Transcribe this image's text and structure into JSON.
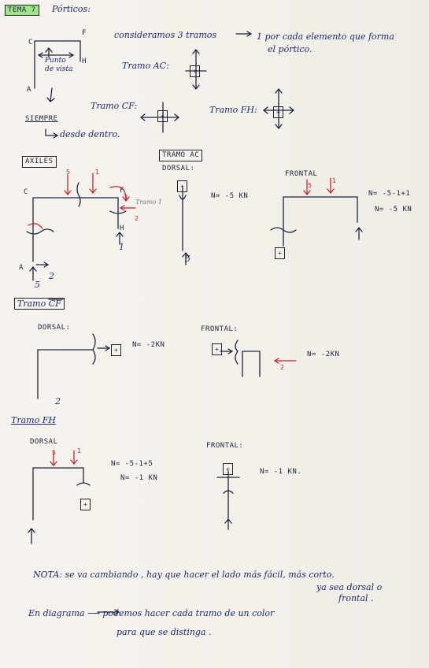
{
  "header": {
    "tema": "TEMA 7",
    "title": "Pórticos:"
  },
  "frame_labels": {
    "c": "C",
    "f": "F",
    "h": "H",
    "a": "A",
    "pv1": "Punto",
    "pv2": "de vista"
  },
  "siempre": {
    "label": "SIEMPRE",
    "note": "desde dentro."
  },
  "intro": {
    "line1": "consideramos 3 tramos",
    "line2": "1 por cada elemento que forma",
    "line3": "el pórtico."
  },
  "tramos": {
    "ac": "Tramo AC:",
    "cf": "Tramo CF:",
    "fh": "Tramo FH:"
  },
  "axiles": {
    "label": "AXILES",
    "tramo_ac": "TRAMO AC",
    "dorsal": "DORSAL:",
    "frontal": "FRONTAL",
    "n_dorsal": "N= -5 KN",
    "n_frontal1": "N= -5-1+1",
    "n_frontal2": "N= -5 KN",
    "tramo1": "Tramo 1"
  },
  "loads": {
    "five": "5",
    "one": "1",
    "three": "3",
    "two": "2",
    "c": "C",
    "f": "F",
    "h": "H",
    "a": "A"
  },
  "tramo_cf": {
    "label": "Tramo CF",
    "dorsal": "DORSAL:",
    "frontal": "FRONTAL:",
    "n1": "N= -2KN",
    "n2": "N= -2KN",
    "two": "2"
  },
  "tramo_fh": {
    "label": "Tramo FH",
    "dorsal": "DORSAL",
    "frontal": "FRONTAL:",
    "n1": "N= -5-1+5",
    "n2": "N= -1 KN",
    "n3": "N= -1 KN.",
    "five": "5",
    "one": "1"
  },
  "notes": {
    "nota1": "NOTA: se va cambiando , hay que hacer el lado más fácil, más corto.",
    "nota2": "ya sea dorsal o",
    "nota3": "frontal .",
    "diag1": "En diagrama ⟶ podemos hacer cada tramo de un color",
    "diag2": "para que se distinga ."
  },
  "plus": "+",
  "colors": {
    "ink": "#1a2a6e",
    "red": "#c4262e",
    "green": "#9ee58a",
    "paper": "#f4f1ec"
  }
}
